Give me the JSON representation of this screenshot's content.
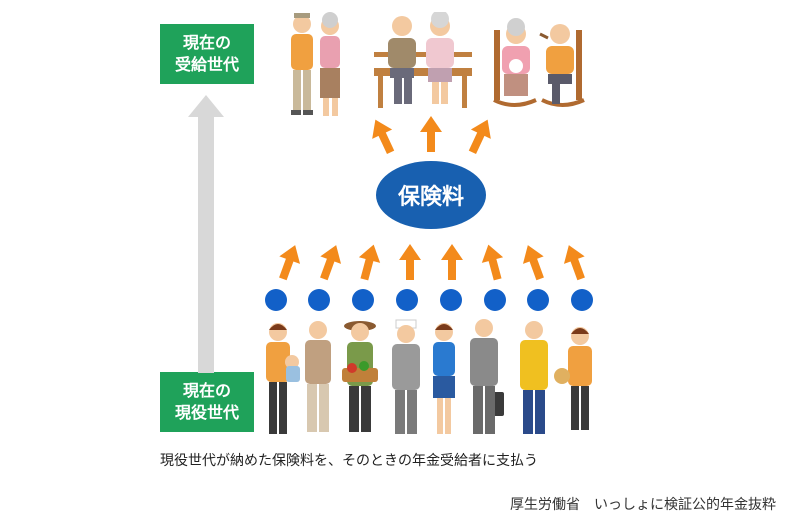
{
  "recipient_generation": {
    "line1": "現在の",
    "line2": "受給世代"
  },
  "working_generation": {
    "line1": "現在の",
    "line2": "現役世代"
  },
  "premium_label": "保険料",
  "caption": "現役世代が納めた保険料を、そのときの年金受給者に支払う",
  "source": "厚生労働省　いっしょに検証公的年金抜粋",
  "colors": {
    "green": "#1fa25a",
    "blue": "#1860b0",
    "dot_blue": "#1260c8",
    "orange": "#f38a1b",
    "gray_arrow": "#d8d8d8"
  }
}
